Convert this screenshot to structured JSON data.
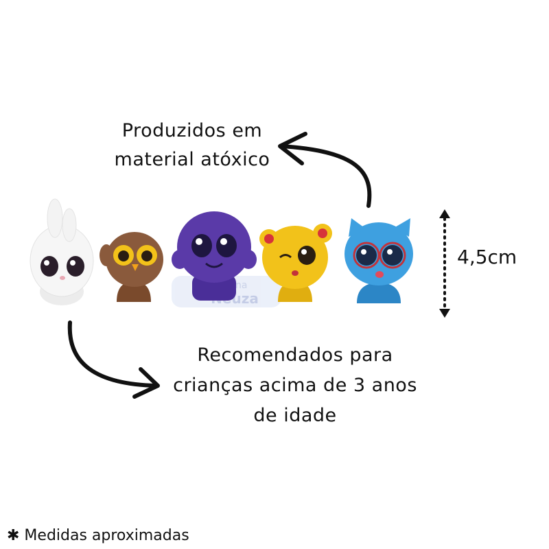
{
  "captions": {
    "material_line1": "Produzidos em",
    "material_line2": "material atóxico",
    "age_line1": "Recomendados para",
    "age_line2": "crianças acima de 3 anos",
    "age_line3": "de idade"
  },
  "measurement": "4,5cm",
  "footnote": "✱ Medidas aproximadas",
  "watermark": {
    "line1": "Dona",
    "line2": "Neuza"
  },
  "toys": [
    {
      "name": "bunny",
      "color": "#f4f4f4"
    },
    {
      "name": "owl",
      "color": "#8a5a3c"
    },
    {
      "name": "blob",
      "color": "#5a3aa8"
    },
    {
      "name": "bear",
      "color": "#f2c21a"
    },
    {
      "name": "cat",
      "color": "#3ea0e0"
    }
  ]
}
